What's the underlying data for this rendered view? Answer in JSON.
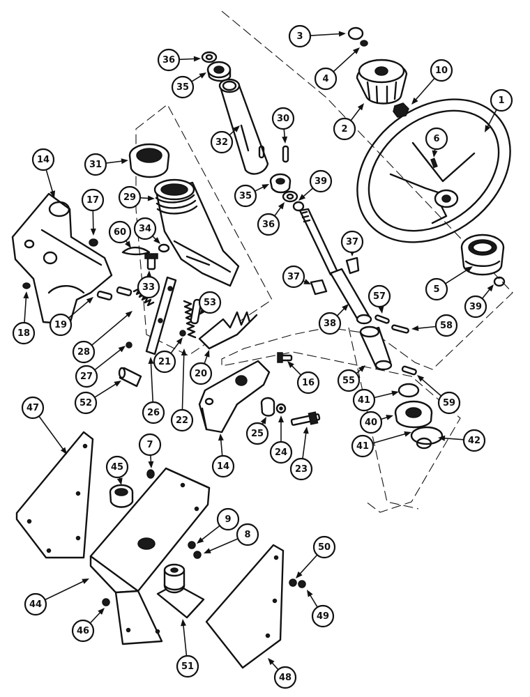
{
  "callouts": [
    {
      "label": "1"
    },
    {
      "label": "2"
    },
    {
      "label": "3"
    },
    {
      "label": "4"
    },
    {
      "label": "5"
    },
    {
      "label": "6"
    },
    {
      "label": "7"
    },
    {
      "label": "8"
    },
    {
      "label": "9"
    },
    {
      "label": "10"
    },
    {
      "label": "14"
    },
    {
      "label": "14"
    },
    {
      "label": "16"
    },
    {
      "label": "17"
    },
    {
      "label": "18"
    },
    {
      "label": "19"
    },
    {
      "label": "20"
    },
    {
      "label": "21"
    },
    {
      "label": "22"
    },
    {
      "label": "23"
    },
    {
      "label": "24"
    },
    {
      "label": "25"
    },
    {
      "label": "26"
    },
    {
      "label": "27"
    },
    {
      "label": "28"
    },
    {
      "label": "29"
    },
    {
      "label": "30"
    },
    {
      "label": "31"
    },
    {
      "label": "32"
    },
    {
      "label": "33"
    },
    {
      "label": "34"
    },
    {
      "label": "35"
    },
    {
      "label": "35"
    },
    {
      "label": "36"
    },
    {
      "label": "36"
    },
    {
      "label": "37"
    },
    {
      "label": "37"
    },
    {
      "label": "38"
    },
    {
      "label": "39"
    },
    {
      "label": "39"
    },
    {
      "label": "40"
    },
    {
      "label": "41"
    },
    {
      "label": "41"
    },
    {
      "label": "42"
    },
    {
      "label": "44"
    },
    {
      "label": "45"
    },
    {
      "label": "46"
    },
    {
      "label": "47"
    },
    {
      "label": "48"
    },
    {
      "label": "49"
    },
    {
      "label": "50"
    },
    {
      "label": "51"
    },
    {
      "label": "52"
    },
    {
      "label": "53"
    },
    {
      "label": "55"
    },
    {
      "label": "57"
    },
    {
      "label": "58"
    },
    {
      "label": "59"
    },
    {
      "label": "60"
    }
  ]
}
